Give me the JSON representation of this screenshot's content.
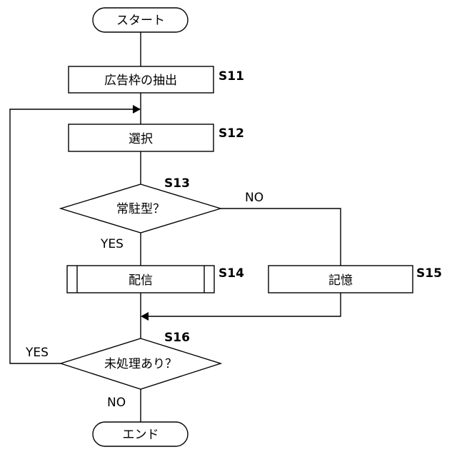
{
  "nodes": {
    "start": "スタート",
    "s11": "広告枠の抽出",
    "s12": "選択",
    "s13": "常駐型？",
    "s14": "配信",
    "s15": "記憶",
    "s16": "未処理あり？",
    "end": "エンド"
  },
  "step_labels": {
    "s11": "S11",
    "s12": "S12",
    "s13": "S13",
    "s14": "S14",
    "s15": "S15",
    "s16": "S16"
  },
  "branch_labels": {
    "s13_no": "NO",
    "s13_yes": "YES",
    "s16_yes": "YES",
    "s16_no": "NO"
  }
}
